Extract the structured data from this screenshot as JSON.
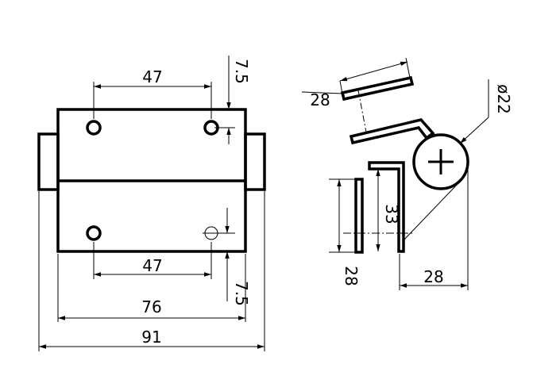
{
  "drawing": {
    "front_view": {
      "dim_top_hole_spacing": "47",
      "dim_bottom_hole_spacing": "47",
      "dim_top_offset": "7.5",
      "dim_bottom_offset": "7.5",
      "dim_body_width": "76",
      "dim_overall_width": "91"
    },
    "side_view": {
      "dim_flap_length": "28",
      "dim_diameter": "ø22",
      "dim_leaf_height": "33",
      "dim_side_height": "28",
      "dim_base_width": "28"
    }
  }
}
